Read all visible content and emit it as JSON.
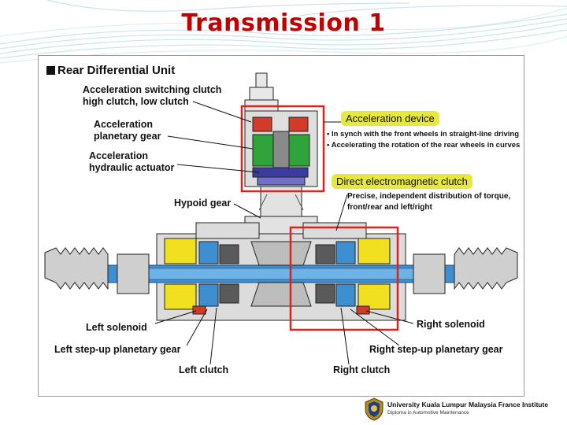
{
  "slide": {
    "title": "Transmission 1"
  },
  "diagram": {
    "heading": "Rear Differential Unit",
    "labels": {
      "switching_clutch_1": "Acceleration switching clutch",
      "switching_clutch_2": "high clutch, low clutch",
      "planetary_1": "Acceleration",
      "planetary_2": "planetary gear",
      "actuator_1": "Acceleration",
      "actuator_2": "hydraulic actuator",
      "hypoid": "Hypoid gear",
      "left_solenoid": "Left solenoid",
      "left_stepup": "Left step-up planetary gear",
      "left_clutch": "Left clutch",
      "right_solenoid": "Right solenoid",
      "right_stepup": "Right step-up planetary gear",
      "right_clutch": "Right clutch"
    },
    "acceleration_device": {
      "title": "Acceleration device",
      "bullet_1": "• In synch with the front wheels in straight-line driving",
      "bullet_2": "• Accelerating the rotation of the rear wheels in curves"
    },
    "direct_clutch": {
      "title": "Direct electromagnetic clutch",
      "desc_1": "Precise, independent distribution of torque,",
      "desc_2": "front/rear and left/right"
    }
  },
  "footer": {
    "institution": "University Kuala Lumpur Malaysia France Institute",
    "program": "Diploma in Automotive Maintenance"
  },
  "colors": {
    "title": "#c00000",
    "callout": "#e8e83c",
    "highlight_box": "#e0201a",
    "clutch_yellow": "#f0e020",
    "shaft_blue": "#3d8fd0",
    "gear_green": "#2ea43a"
  }
}
